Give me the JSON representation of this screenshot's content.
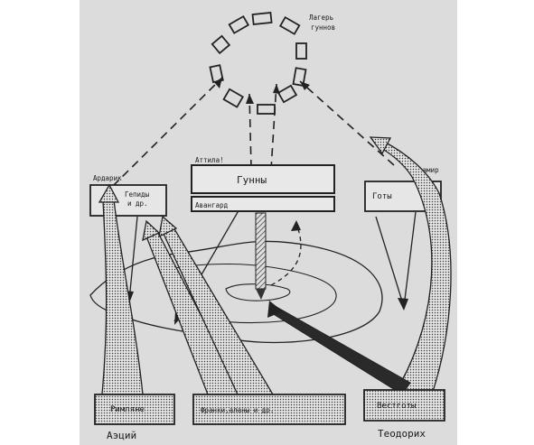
{
  "labels": {
    "camp": [
      "Лагерь",
      "гуннов"
    ],
    "attila": "Аттила!",
    "huns": "Гунны",
    "vanguard": "Авангард",
    "ardarik": "Ардарик",
    "gepids": [
      "Гепиды",
      "и др."
    ],
    "valamir": "Валамир",
    "goths": "Готы",
    "romans": "Римляне",
    "franks": "Франки,аланы и др.",
    "visigoths": "Вестготы",
    "aetius": "Аэций",
    "theodoric": "Теодорих"
  },
  "colors": {
    "paper": "#dcdcdc",
    "ink": "#222222",
    "dots": "#3a3a3a"
  }
}
